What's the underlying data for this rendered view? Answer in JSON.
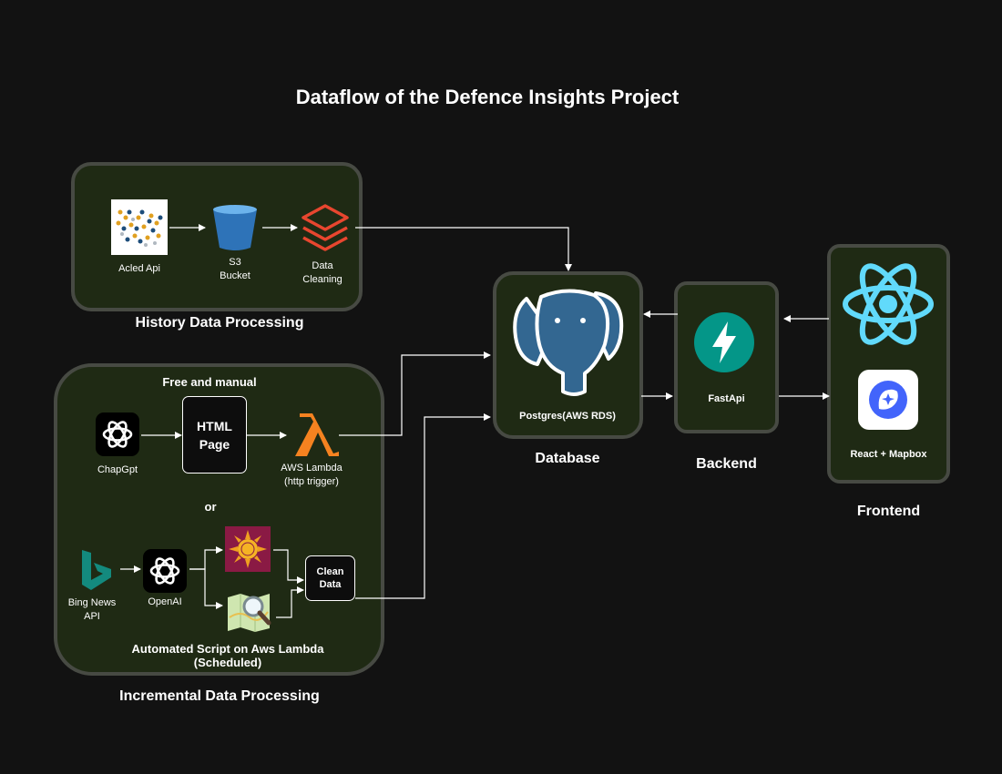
{
  "title": "Dataflow of the Defence Insights Project",
  "groups": {
    "history": {
      "label": "History Data Processing"
    },
    "incremental": {
      "label": "Incremental Data Processing",
      "free_manual": "Free and manual",
      "or": "or",
      "automated": "Automated Script on Aws Lambda\n(Scheduled)"
    },
    "database": {
      "label": "Database"
    },
    "backend": {
      "label": "Backend"
    },
    "frontend": {
      "label": "Frontend"
    }
  },
  "nodes": {
    "acled": {
      "label": "Acled Api"
    },
    "s3": {
      "label": "S3\nBucket",
      "color": "#2e73b8"
    },
    "cleaning": {
      "label": "Data\nCleaning",
      "color": "#e8462f"
    },
    "chatgpt": {
      "label": "ChapGpt"
    },
    "html_page": {
      "label": "HTML\nPage"
    },
    "lambda": {
      "label": "AWS Lambda\n(http trigger)",
      "color": "#f58220"
    },
    "bing": {
      "label": "Bing News\nAPI",
      "color": "#138a7e"
    },
    "openai": {
      "label": "OpenAI"
    },
    "clean_data": {
      "label": "Clean\nData"
    },
    "postgres": {
      "label": "Postgres(AWS RDS)",
      "color": "#336791"
    },
    "fastapi": {
      "label": "FastApi",
      "color": "#049688"
    },
    "react_mapbox": {
      "label": "React + Mapbox",
      "color": "#61dafb"
    }
  },
  "icons": {
    "acled": "world-map-icon",
    "s3": "bucket-icon",
    "cleaning": "layers-icon",
    "chatgpt": "openai-logo-icon",
    "lambda": "lambda-icon",
    "bing": "bing-logo-icon",
    "openai": "openai-logo-icon",
    "sun_tool": "sun-badge-icon",
    "map_search": "map-search-icon",
    "postgres": "elephant-icon",
    "fastapi": "lightning-icon",
    "react": "react-atom-icon",
    "mapbox": "mapbox-icon"
  },
  "edges": [
    {
      "from": "acled",
      "to": "s3"
    },
    {
      "from": "s3",
      "to": "cleaning"
    },
    {
      "from": "cleaning",
      "to": "postgres"
    },
    {
      "from": "chatgpt",
      "to": "html_page"
    },
    {
      "from": "html_page",
      "to": "lambda"
    },
    {
      "from": "lambda",
      "to": "postgres"
    },
    {
      "from": "bing",
      "to": "openai"
    },
    {
      "from": "openai",
      "to": "sun_tool"
    },
    {
      "from": "openai",
      "to": "map_search"
    },
    {
      "from": "sun_tool",
      "to": "clean_data"
    },
    {
      "from": "map_search",
      "to": "clean_data"
    },
    {
      "from": "clean_data",
      "to": "postgres"
    },
    {
      "from": "postgres",
      "to": "fastapi"
    },
    {
      "from": "fastapi",
      "to": "postgres"
    },
    {
      "from": "fastapi",
      "to": "react_mapbox"
    },
    {
      "from": "react_mapbox",
      "to": "fastapi"
    }
  ]
}
